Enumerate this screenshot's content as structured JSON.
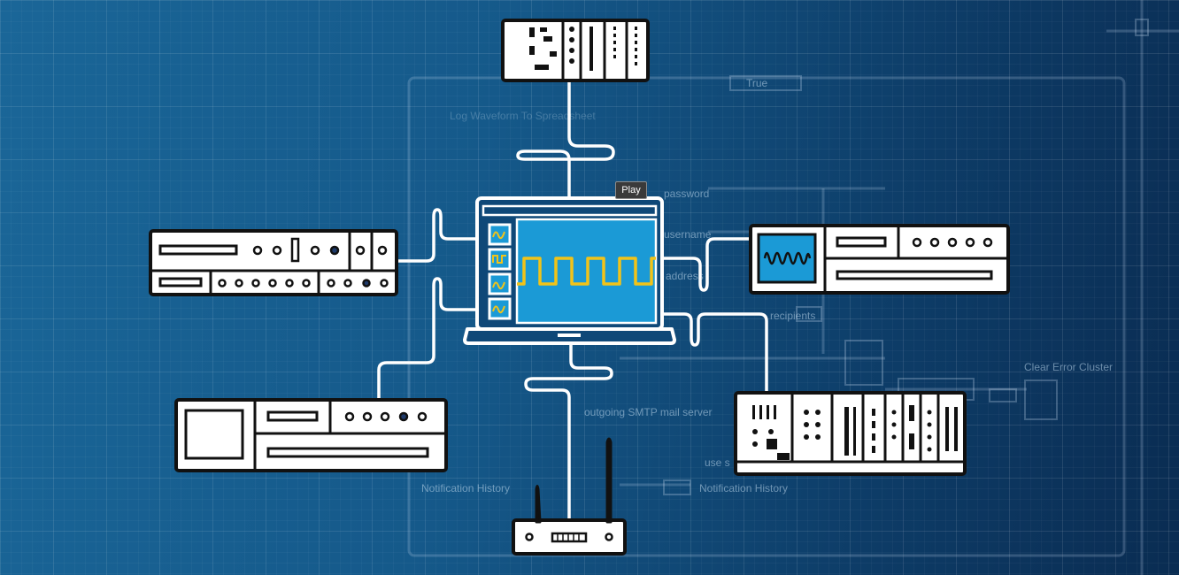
{
  "background_labels": {
    "case_selector": "True",
    "write_waveform": "Log Waveform To Spreadsheet",
    "password": "password",
    "username": "username",
    "address": "address",
    "recipients": "recipients",
    "smtp": "outgoing SMTP mail server",
    "use_ssl": "use s",
    "notification_left": "Notification History",
    "notification_right": "Notification History",
    "clear_error": "Clear Error Cluster"
  },
  "tooltip": {
    "play": "Play"
  },
  "colors": {
    "background": "#15598a",
    "device_fill": "#ffffff",
    "device_stroke": "#111111",
    "screen": "#1b9ad6",
    "wave": "#f2c318",
    "cable": "#ffffff"
  },
  "devices": [
    {
      "name": "pxi-chassis-top",
      "icon": "chassis-icon"
    },
    {
      "name": "rack-instrument-left",
      "icon": "rack-icon"
    },
    {
      "name": "oscilloscope-right",
      "icon": "oscilloscope-icon"
    },
    {
      "name": "instrument-bottom-left",
      "icon": "instrument-icon"
    },
    {
      "name": "pxi-chassis-bottom-right",
      "icon": "chassis-icon"
    },
    {
      "name": "wireless-router",
      "icon": "router-icon"
    },
    {
      "name": "laptop",
      "icon": "laptop-icon"
    }
  ]
}
